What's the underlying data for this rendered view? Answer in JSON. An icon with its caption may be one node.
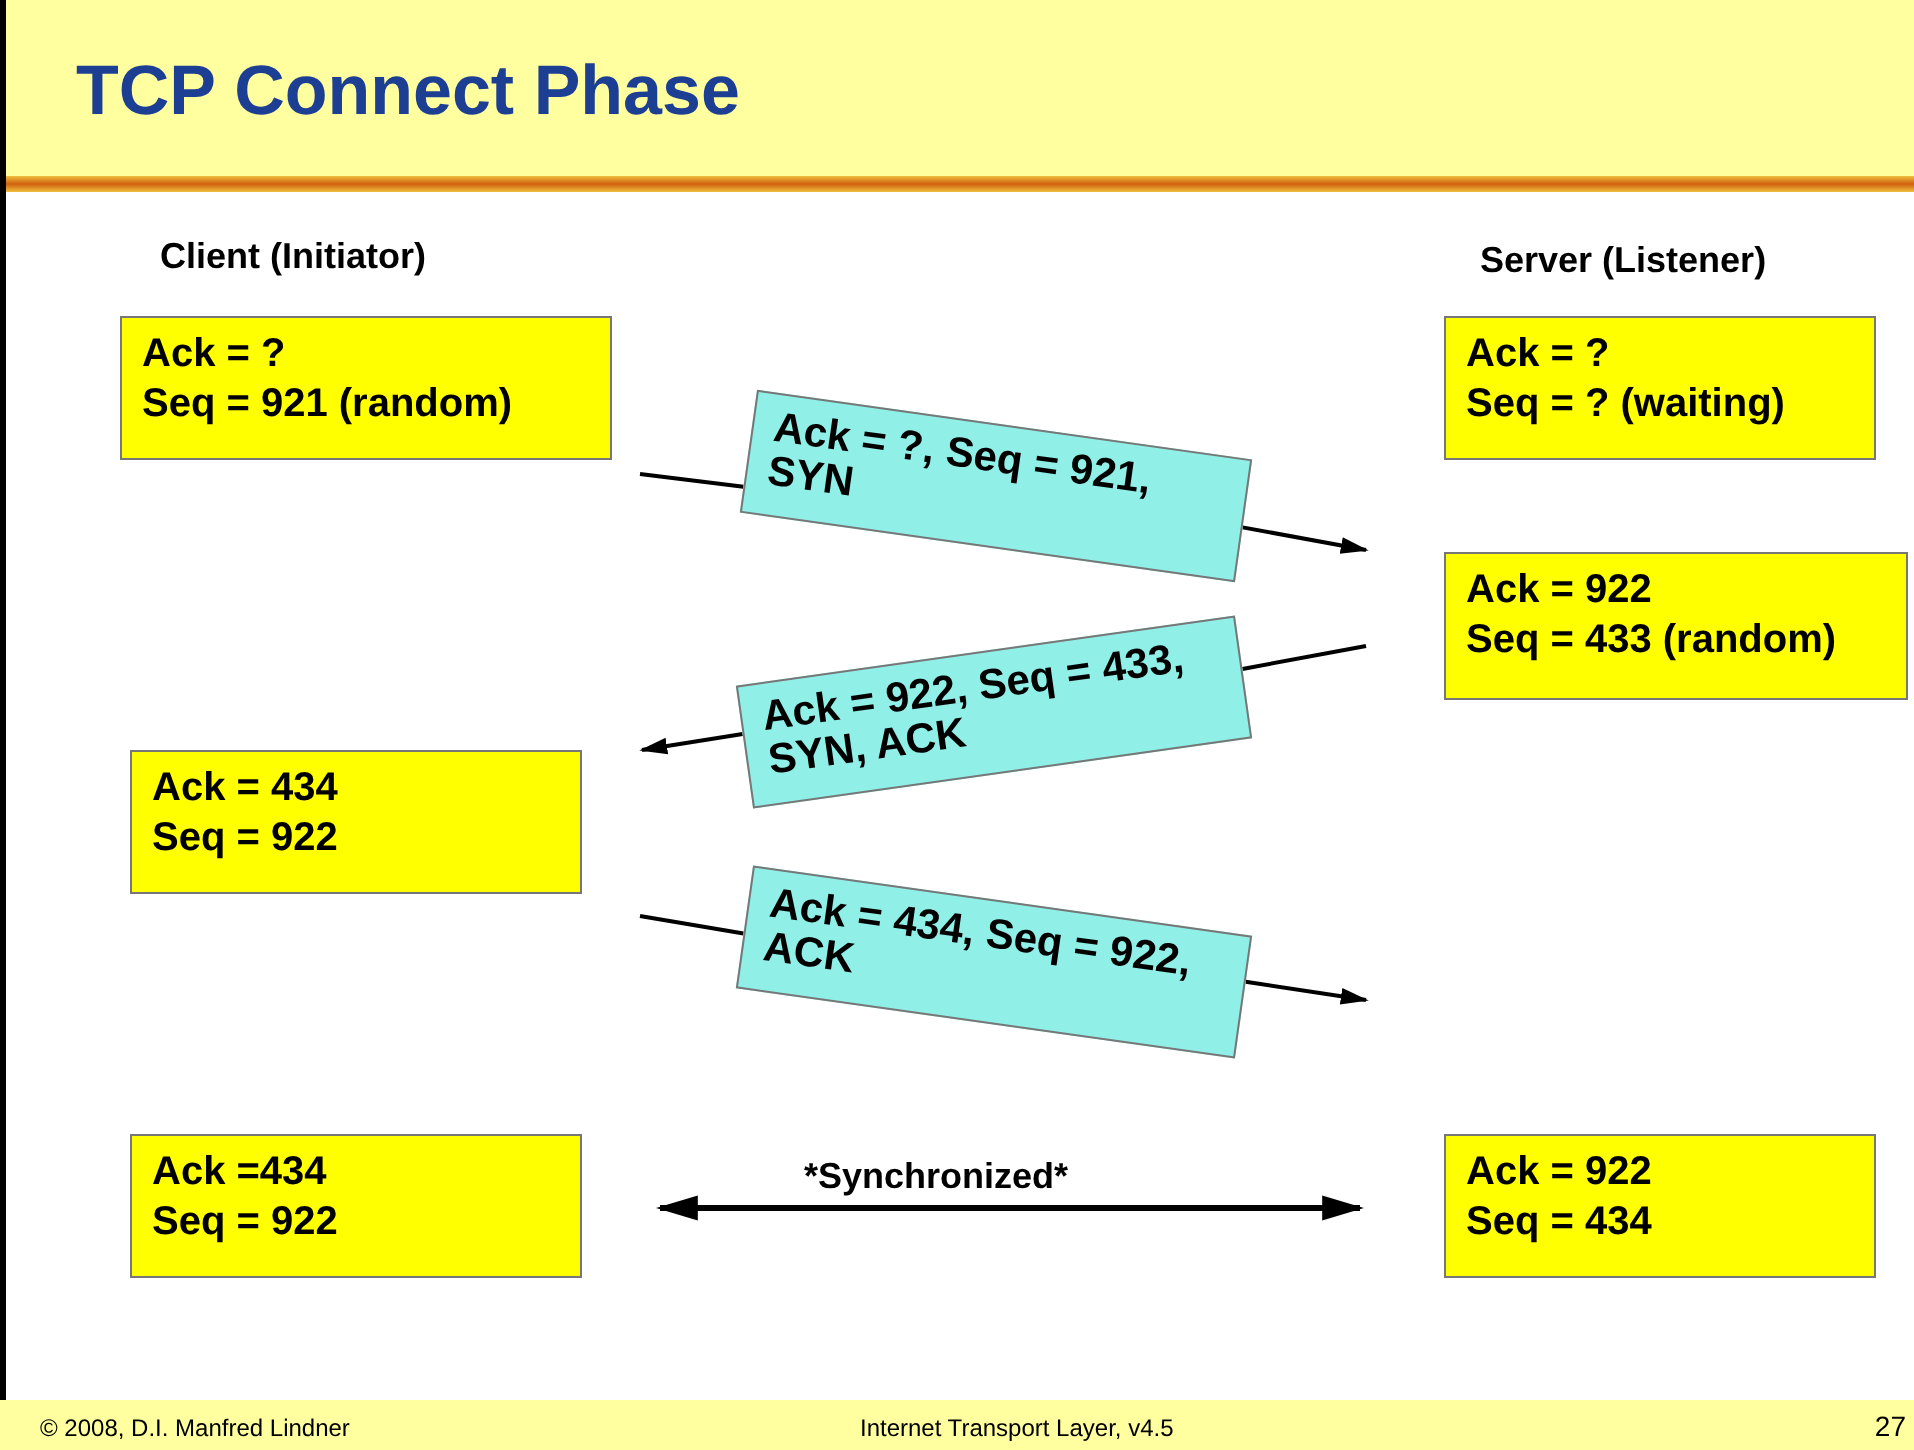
{
  "diagram": {
    "title": "TCP Connect Phase",
    "nodes": [
      {
        "text": [
          "Ack = ?",
          "Seq = 921 (random)"
        ]
      },
      {
        "text": [
          "Ack = ?",
          "Seq = ? (waiting)"
        ]
      },
      {
        "text": [
          "Ack = ?, Seq = 921, SYN"
        ]
      },
      {
        "text": [
          "Ack = 922",
          "Seq = 433 (random)"
        ]
      },
      {
        "text": [
          "Ack = 922, Seq = 433, SYN, ACK"
        ]
      },
      {
        "text": [
          "Ack = 434",
          "Seq = 922"
        ]
      },
      {
        "text": [
          "Ack = 434, Seq = 922, ACK"
        ]
      },
      {
        "text": [
          "Ack =434",
          "Seq = 922"
        ]
      },
      {
        "text": [
          "Ack = 922",
          "Seq = 434"
        ]
      }
    ],
    "edges": [
      {
        "from": null,
        "to": 2,
        "arrow": "none"
      },
      {
        "from": 2,
        "to": null,
        "arrow": "to"
      },
      {
        "from": null,
        "to": 4,
        "arrow": "none"
      },
      {
        "from": 4,
        "to": null,
        "arrow": "to"
      },
      {
        "from": null,
        "to": 6,
        "arrow": "none"
      },
      {
        "from": 6,
        "to": null,
        "arrow": "to"
      }
    ],
    "labels": [
      "Client (Initiator)",
      "Server (Listener)",
      "*Synchronized*",
      "© 2008, D.I. Manfred Lindner",
      "Internet Transport Layer, v4.5",
      "27"
    ]
  }
}
